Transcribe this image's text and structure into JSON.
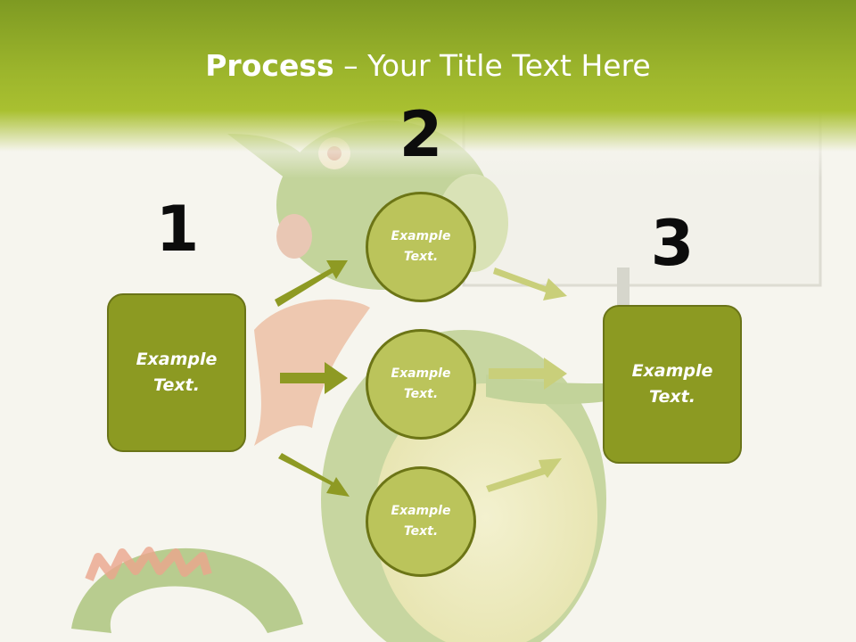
{
  "title": {
    "bold": "Process",
    "rest": " – Your Title Text Here"
  },
  "numbers": [
    "1",
    "2",
    "3"
  ],
  "step1": {
    "text": "Example Text."
  },
  "step2": [
    {
      "text": "Example Text."
    },
    {
      "text": "Example Text."
    },
    {
      "text": "Example Text."
    }
  ],
  "step3": {
    "text": "Example Text."
  },
  "colors": {
    "header": "#a9c030",
    "box_fill": "#8c9a22",
    "circle_fill": "#bbc45b",
    "left_arrows": "#8e9a23",
    "right_arrows": "#c9cf7a"
  }
}
